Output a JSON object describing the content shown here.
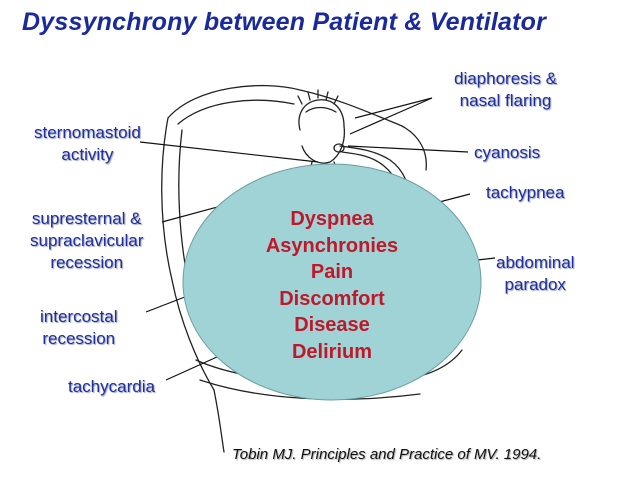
{
  "title": "Dyssynchrony between Patient & Ventilator",
  "labels": {
    "diaphoresis": [
      "diaphoresis &",
      "nasal flaring"
    ],
    "sternomastoid": [
      "sternomastoid",
      "activity"
    ],
    "cyanosis": [
      "cyanosis"
    ],
    "tachypnea": [
      "tachypnea"
    ],
    "suprasternal": [
      "supresternal &",
      "supraclavicular",
      "recession"
    ],
    "abdominal": [
      "abdominal",
      "paradox"
    ],
    "intercostal": [
      "intercostal",
      "recession"
    ],
    "tachycardia": [
      "tachycardia"
    ]
  },
  "oval_items": [
    "Dyspnea",
    "Asynchronies",
    "Pain",
    "Discomfort",
    "Disease",
    "Delirium"
  ],
  "citation": "Tobin MJ. Principles and Practice of MV. 1994.",
  "colors": {
    "title": "#1a2a9a",
    "labels": "#1f2f9e",
    "oval_fill": "#9fd3d6",
    "oval_text": "#c0182a"
  }
}
